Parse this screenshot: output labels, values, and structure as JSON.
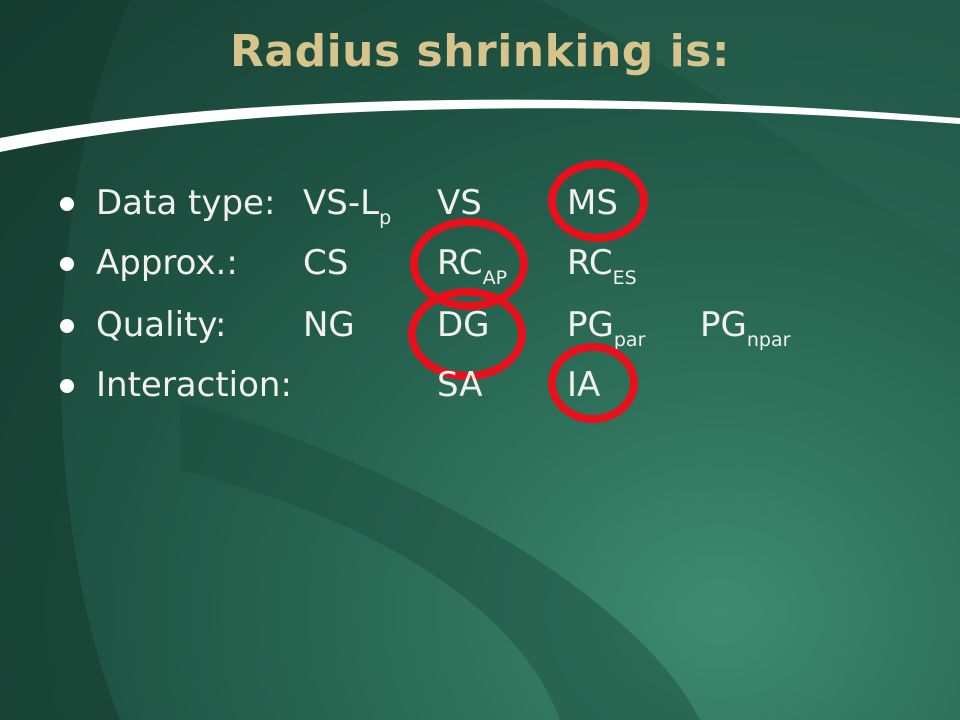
{
  "slide": {
    "title": "Radius shrinking is:",
    "colors": {
      "title": "#d7c48c",
      "text": "#f2f2ec",
      "bullet": "#ffffff",
      "highlight": "#e8101c",
      "swoosh": "#ffffff"
    },
    "rows": [
      {
        "label": "Data type:",
        "cells": [
          {
            "base": "VS-L",
            "sub": "p",
            "circled": false
          },
          {
            "base": "VS",
            "sub": "",
            "circled": false
          },
          {
            "base": "MS",
            "sub": "",
            "circled": true
          }
        ]
      },
      {
        "label": "Approx.:",
        "cells": [
          {
            "base": "CS",
            "sub": "",
            "circled": false
          },
          {
            "base": "RC",
            "sub": "AP",
            "circled": true
          },
          {
            "base": "RC",
            "sub": "ES",
            "circled": false
          }
        ]
      },
      {
        "label": "Quality:",
        "cells": [
          {
            "base": "NG",
            "sub": "",
            "circled": false
          },
          {
            "base": "DG",
            "sub": "",
            "circled": true
          },
          {
            "base": "PG",
            "sub": "par",
            "circled": false
          },
          {
            "base": "PG",
            "sub": "npar",
            "circled": false
          }
        ]
      },
      {
        "label": "Interaction:",
        "cells": [
          {
            "base": "SA",
            "sub": "",
            "circled": false
          },
          {
            "base": "IA",
            "sub": "",
            "circled": true
          }
        ]
      }
    ]
  }
}
